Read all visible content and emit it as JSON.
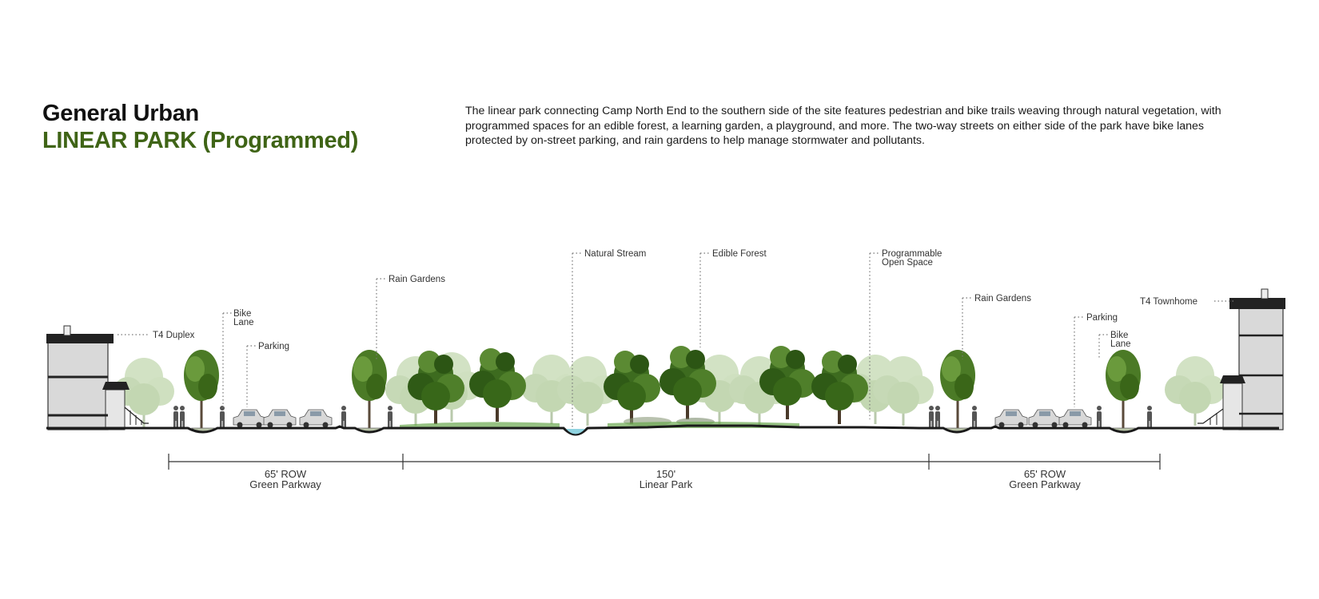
{
  "title": {
    "line1": "General Urban",
    "line2": "LINEAR PARK (Programmed)"
  },
  "description": "The linear park connecting Camp North End to the southern side of the site features pedestrian and bike trails weaving through natural vegetation, with programmed spaces for an edible forest, a learning garden, a playground, and more. The two-way streets on either side of the park have bike lanes protected by on-street parking, and rain gardens to help manage stormwater and pollutants.",
  "callouts": {
    "t4_duplex": "T4 Duplex",
    "bike_lane_left_1": "Bike",
    "bike_lane_left_2": "Lane",
    "parking_left": "Parking",
    "rain_gardens_left": "Rain Gardens",
    "natural_stream": "Natural Stream",
    "edible_forest": "Edible Forest",
    "open_space_1": "Programmable",
    "open_space_2": "Open Space",
    "rain_gardens_right": "Rain Gardens",
    "parking_right": "Parking",
    "bike_lane_right_1": "Bike",
    "bike_lane_right_2": "Lane",
    "t4_townhome": "T4 Townhome"
  },
  "dimensions": {
    "left_row_1": "65' ROW",
    "left_row_2": "Green Parkway",
    "park_1": "150'",
    "park_2": "Linear Park",
    "right_row_1": "65' ROW",
    "right_row_2": "Green Parkway"
  },
  "colors": {
    "title_green": "#3f6416",
    "tree_dark": "#3d6b1f",
    "tree_light": "#c9dcb8",
    "ground": "#1a1a1a"
  }
}
